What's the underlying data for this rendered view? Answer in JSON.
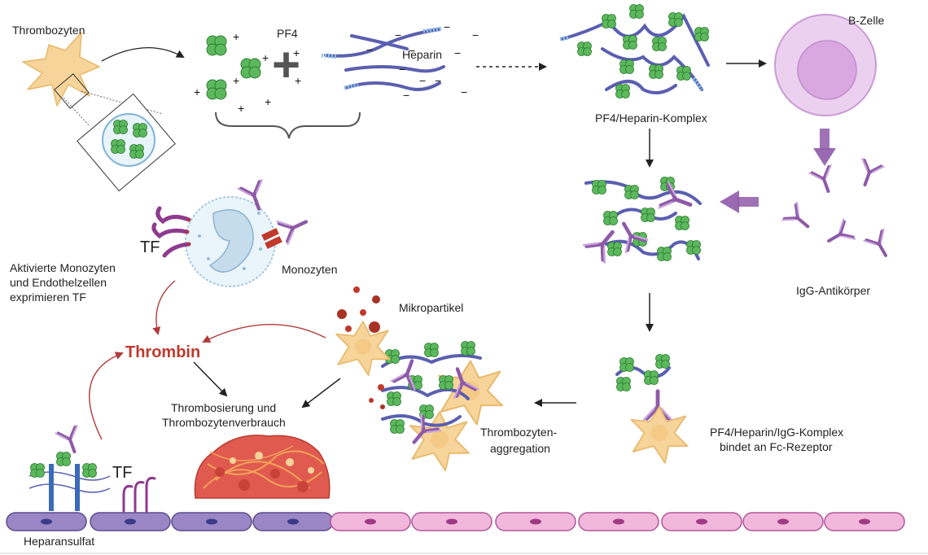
{
  "colors": {
    "platelet": "#f7d49a",
    "platelet_stroke": "#e8b86a",
    "pf4": "#5cb85c",
    "pf4_dark": "#2e7d32",
    "heparin": "#5a5fb0",
    "heparin_tip": "#8fc3e8",
    "antibody": "#8e5aa8",
    "thrombin": "#c0392b",
    "endo_purple": "#9a86c4",
    "endo_pink": "#f2b8dc",
    "bcell": "#e6c2ec",
    "clot": "#e05a4f",
    "arrow_red": "#b23a3a",
    "arrow_purple": "#8e5aa8"
  },
  "labels": {
    "thrombozyten": "Thrombozyten",
    "pf4": "PF4",
    "heparin": "Heparin",
    "b_zelle": "B-Zelle",
    "pf4_heparin_komplex": "PF4/Heparin-Komplex",
    "igg_antikoerper": "IgG-Antikörper",
    "tf_monocyte": "TF",
    "monozyten": "Monozyten",
    "aktivierte_1": "Aktivierte Monozyten",
    "aktivierte_2": "und Endothelzellen",
    "aktivierte_3": "exprimieren TF",
    "mikropartikel": "Mikropartikel",
    "thrombin": "Thrombin",
    "thrombosierung_1": "Thrombosierung und",
    "thrombosierung_2": "Thrombozytenverbrauch",
    "aggregation_1": "Thrombozyten-",
    "aggregation_2": "aggregation",
    "fc_1": "PF4/Heparin/IgG-Komplex",
    "fc_2": "bindet an Fc-Rezeptor",
    "tf_endothel": "TF",
    "heparansulfat": "Heparansulfat"
  },
  "symbols": {
    "plus": "+",
    "minus": "−",
    "big_plus": "+"
  },
  "icons": [
    "platelet-icon",
    "pf4-tetramer-icon",
    "heparin-chain-icon",
    "b-cell-icon",
    "antibody-icon",
    "monocyte-icon",
    "microparticle-icon",
    "clot-icon",
    "endothelial-cell-icon"
  ]
}
